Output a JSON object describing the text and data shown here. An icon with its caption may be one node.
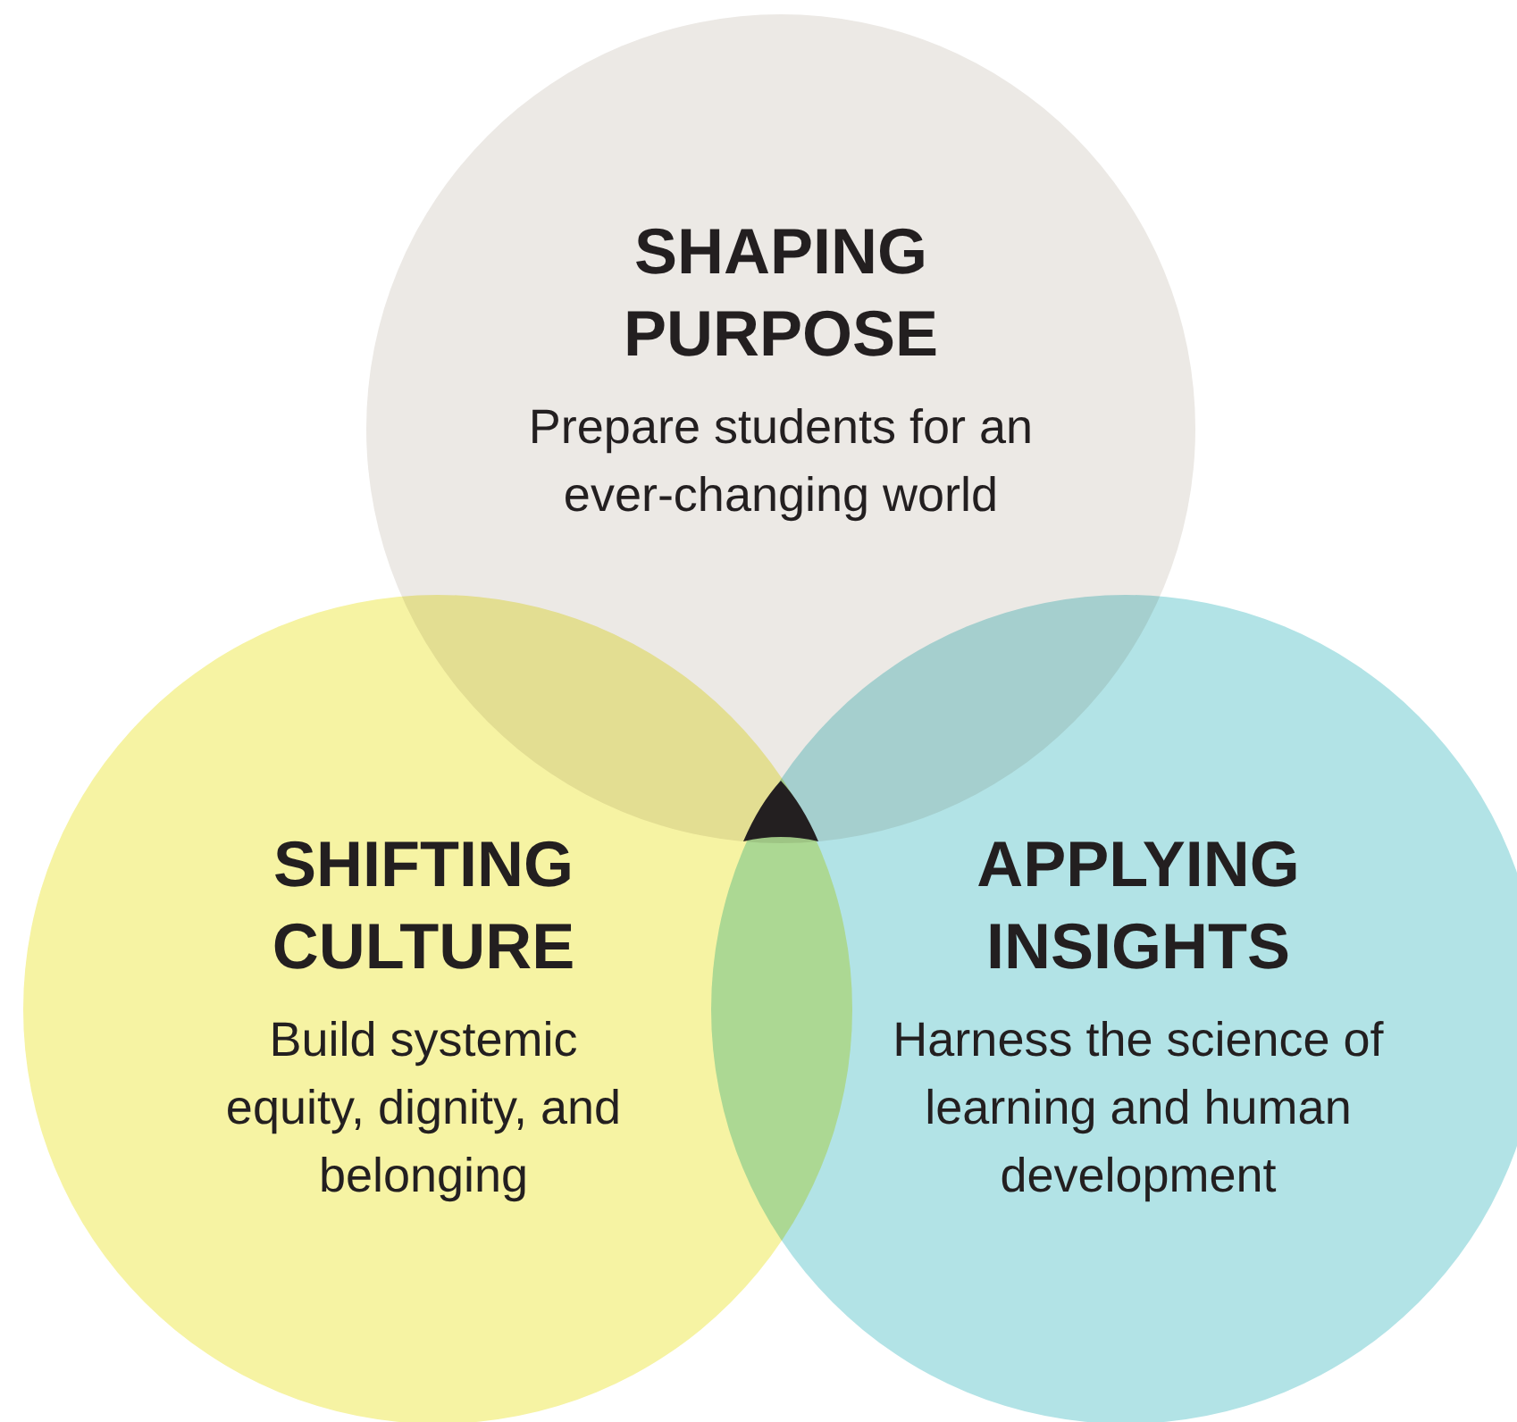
{
  "diagram": {
    "nodes": [
      {
        "text": [
          "SHAPING PURPOSE",
          "Prepare students for an ever-changing world"
        ]
      },
      {
        "text": [
          "SHIFTING CULTURE",
          "Build systemic equity, dignity, and belonging"
        ]
      },
      {
        "text": [
          "APPLYING INSIGHTS",
          "Harness the science of learning and human development"
        ]
      }
    ]
  }
}
